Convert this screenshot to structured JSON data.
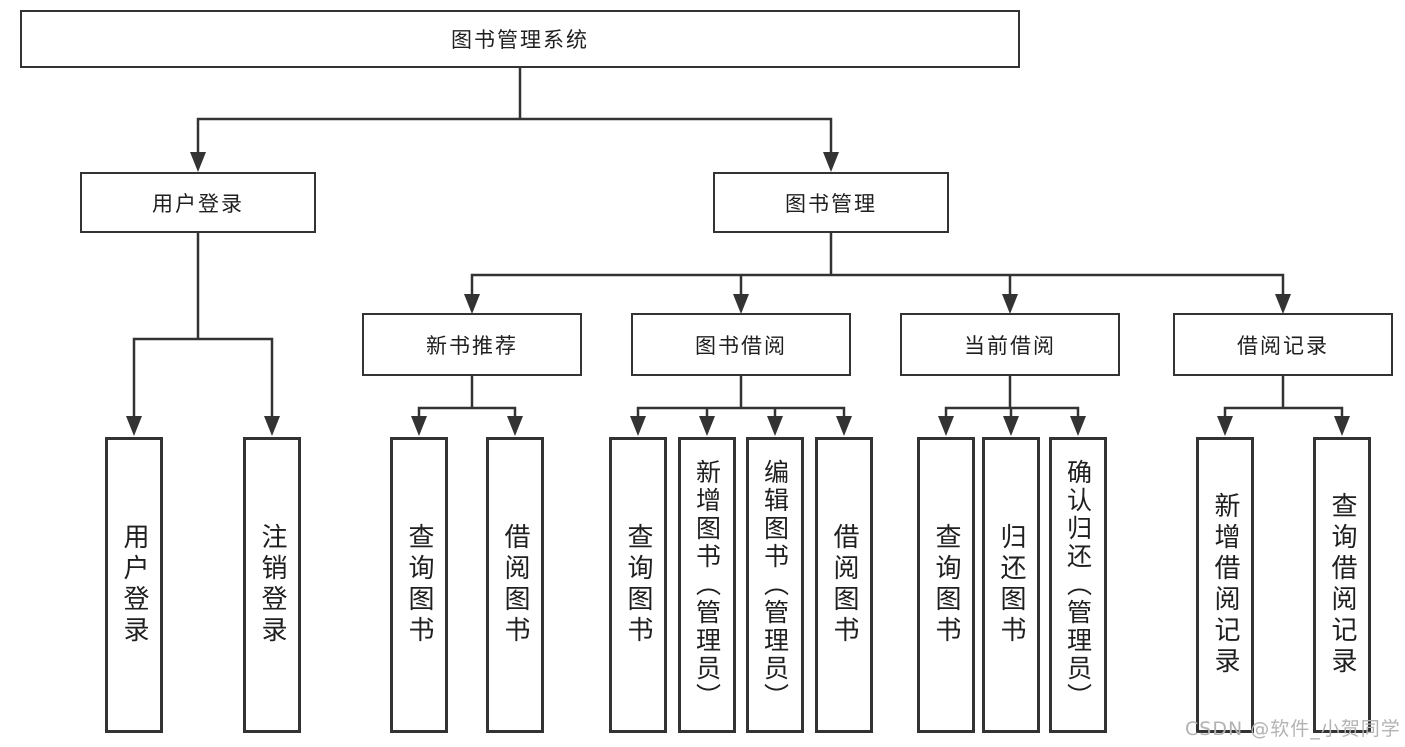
{
  "nodes": {
    "root": {
      "label": "图书管理系统"
    },
    "user_login_group": {
      "label": "用户登录"
    },
    "book_mgmt": {
      "label": "图书管理"
    },
    "new_book_rec": {
      "label": "新书推荐"
    },
    "book_borrow": {
      "label": "图书借阅"
    },
    "current_borrow": {
      "label": "当前借阅"
    },
    "borrow_records": {
      "label": "借阅记录"
    },
    "user_login_leaf": {
      "label": "用户登录"
    },
    "logout_leaf": {
      "label": "注销登录"
    },
    "rec_query_book": {
      "label": "查询图书"
    },
    "rec_borrow_book": {
      "label": "借阅图书"
    },
    "bb_query_book": {
      "label": "查询图书"
    },
    "bb_add_book": {
      "label": "新增图书（管理员）"
    },
    "bb_edit_book": {
      "label": "编辑图书（管理员）"
    },
    "bb_borrow_book": {
      "label": "借阅图书"
    },
    "cb_query_book": {
      "label": "查询图书"
    },
    "cb_return_book": {
      "label": "归还图书"
    },
    "cb_confirm_return": {
      "label": "确认归还（管理员）"
    },
    "br_add_record": {
      "label": "新增借阅记录"
    },
    "br_query_record": {
      "label": "查询借阅记录"
    }
  },
  "edges": [
    [
      "root",
      "user_login_group"
    ],
    [
      "root",
      "book_mgmt"
    ],
    [
      "user_login_group",
      "user_login_leaf"
    ],
    [
      "user_login_group",
      "logout_leaf"
    ],
    [
      "book_mgmt",
      "new_book_rec"
    ],
    [
      "book_mgmt",
      "book_borrow"
    ],
    [
      "book_mgmt",
      "current_borrow"
    ],
    [
      "book_mgmt",
      "borrow_records"
    ],
    [
      "new_book_rec",
      "rec_query_book"
    ],
    [
      "new_book_rec",
      "rec_borrow_book"
    ],
    [
      "book_borrow",
      "bb_query_book"
    ],
    [
      "book_borrow",
      "bb_add_book"
    ],
    [
      "book_borrow",
      "bb_edit_book"
    ],
    [
      "book_borrow",
      "bb_borrow_book"
    ],
    [
      "current_borrow",
      "cb_query_book"
    ],
    [
      "current_borrow",
      "cb_return_book"
    ],
    [
      "current_borrow",
      "cb_confirm_return"
    ],
    [
      "borrow_records",
      "br_add_record"
    ],
    [
      "borrow_records",
      "br_query_record"
    ]
  ],
  "watermark": {
    "text": "CSDN @软件_小贺同学"
  },
  "colors": {
    "line": "#333333",
    "box_border": "#333333",
    "text": "#1f1f1f",
    "watermark": "#b3b3b3",
    "background": "#ffffff"
  }
}
